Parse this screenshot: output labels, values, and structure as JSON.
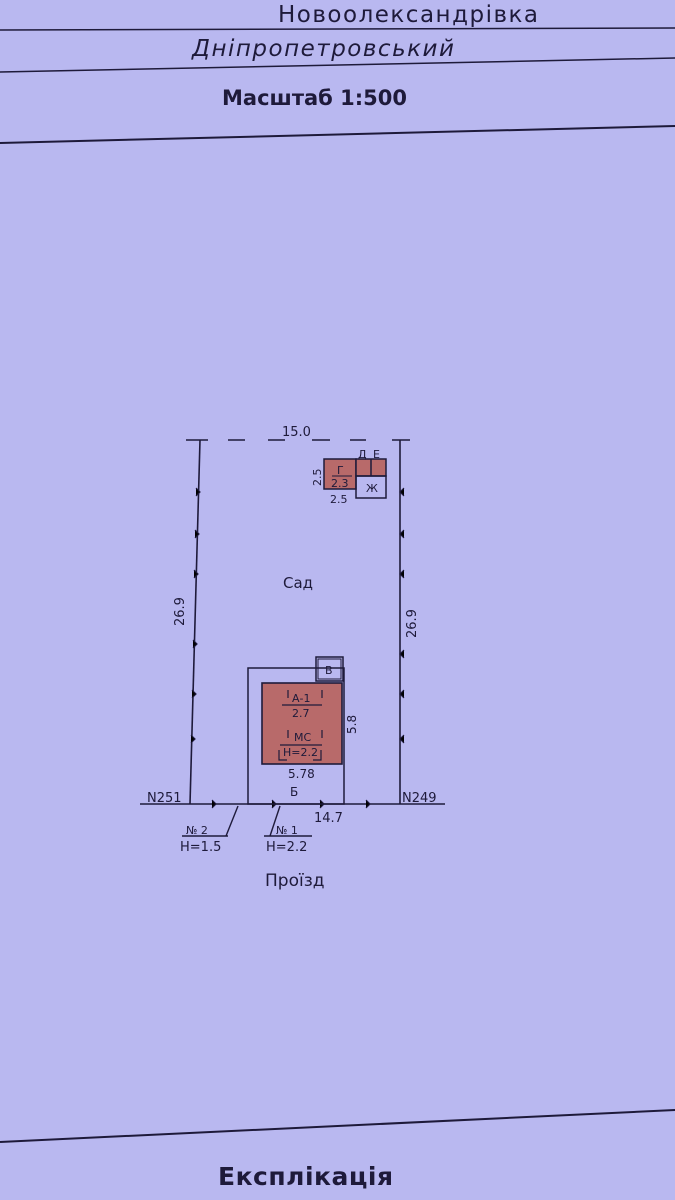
{
  "header": {
    "village": "Новоолександрівка",
    "district": "Дніпропетровський",
    "scale": "Масштаб 1:500"
  },
  "plan": {
    "top_width": "15.0",
    "left_length": "26.9",
    "right_length": "26.9",
    "bottom_dim": "14.7",
    "garden_label": "Сад",
    "neighbor_left": "N251",
    "neighbor_right": "N249",
    "road_label": "Проїзд",
    "house": {
      "label_a": "А-1",
      "a_value": "2.7",
      "label_mc": "МС",
      "mc_height": "Н=2.2",
      "width": "5.78",
      "depth": "5.8",
      "porch_label": "В",
      "yard_label": "Б"
    },
    "outbuilding": {
      "label_g": "Г",
      "g_value": "2.3",
      "label_d": "Д",
      "label_e": "Е",
      "label_zh": "Ж",
      "side_dim": "2.5",
      "bottom_dim": "2.5"
    },
    "gate_1": {
      "number": "№ 1",
      "height": "Н=2.2"
    },
    "gate_2": {
      "number": "№ 2",
      "height": "Н=1.5"
    }
  },
  "footer": {
    "title": "Експлікація"
  },
  "colors": {
    "paper": "#b9b8f0",
    "ink": "#1e1a3a",
    "building_fill": "#b86a6a"
  }
}
